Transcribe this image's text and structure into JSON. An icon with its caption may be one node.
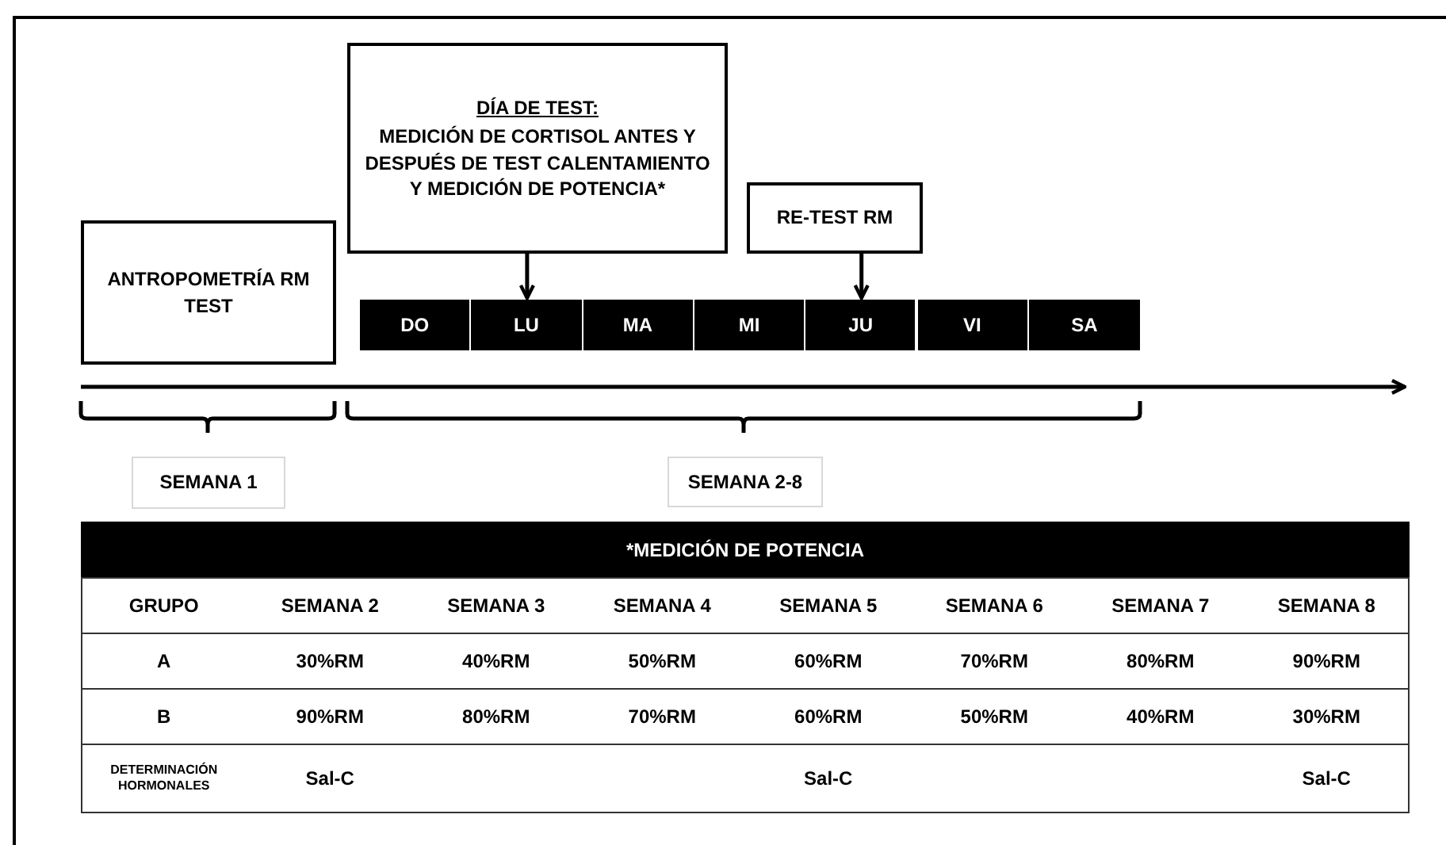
{
  "diagram": {
    "nodes": [
      {
        "text": [
          "ANTROPOMETRÍA RM TEST"
        ]
      },
      {
        "text": [
          "DÍA DE TEST:",
          "MEDICIÓN DE CORTISOL ANTES Y DESPUÉS DE TEST CALENTAMIENTO Y MEDICIÓN DE POTENCIA*"
        ]
      },
      {
        "text": [
          "RE-TEST RM"
        ]
      },
      {
        "text": [
          "DO"
        ]
      },
      {
        "text": [
          "LU"
        ]
      },
      {
        "text": [
          "MA"
        ]
      },
      {
        "text": [
          "MI"
        ]
      },
      {
        "text": [
          "JU"
        ]
      },
      {
        "text": [
          "VI"
        ]
      },
      {
        "text": [
          "SA"
        ]
      },
      {
        "text": [
          "SEMANA 1"
        ]
      },
      {
        "text": [
          "SEMANA 2-8"
        ]
      }
    ],
    "edges": [
      {
        "from": 1,
        "to": 4,
        "arrow": "to"
      },
      {
        "from": 2,
        "to": 7,
        "arrow": "to"
      }
    ],
    "labels": [
      "*MEDICIÓN DE POTENCIA",
      "GRUPO",
      "SEMANA 2",
      "SEMANA 3",
      "SEMANA 4",
      "SEMANA 5",
      "SEMANA 6",
      "SEMANA 7",
      "SEMANA 8",
      "A",
      "30%RM",
      "40%RM",
      "50%RM",
      "60%RM",
      "70%RM",
      "80%RM",
      "90%RM",
      "B",
      "90%RM",
      "80%RM",
      "70%RM",
      "60%RM",
      "50%RM",
      "40%RM",
      "30%RM",
      "DETERMINACIÓN HORMONALES",
      "Sal-C",
      "Sal-C",
      "Sal-C"
    ]
  }
}
